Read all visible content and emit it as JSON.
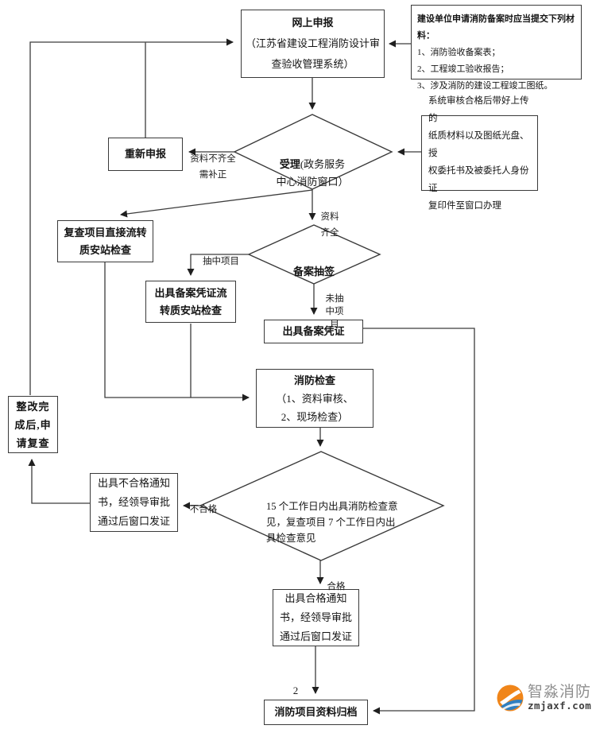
{
  "flowchart": {
    "nodes": {
      "online": {
        "title": "网上申报",
        "body": "（江苏省建设工程消防设计审\n查验收管理系统）"
      },
      "materials": {
        "header": "建设单位申请消防备案时应当提交下列材料：",
        "items": [
          "1、消防验收备案表；",
          "2、工程竣工验收报告；",
          "3、涉及消防的建设工程竣工图纸。"
        ]
      },
      "redeclare": {
        "label": "重新申报"
      },
      "accept": {
        "title": "受理",
        "body": "(政务服务\n中心消防窗口）"
      },
      "sysnote": {
        "text": "系统审核合格后带好上传的\n纸质材料以及图纸光盘、授\n权委托书及被委托人身份证\n复印件至窗口办理"
      },
      "recheck_direct": {
        "label": "复查项目直接流转\n质安站检查"
      },
      "lottery": {
        "label": "备案抽签"
      },
      "voucher_flow": {
        "label": "出具备案凭证流\n转质安站检查"
      },
      "voucher": {
        "label": "出具备案凭证"
      },
      "fire_check": {
        "title": "消防检查",
        "body": "（1、资料审核、\n2、现场检查）"
      },
      "rectify": {
        "label": "整改完\n成后,申\n请复查"
      },
      "fail_notice": {
        "label": "出具不合格通知\n书，经领导审批\n通过后窗口发证"
      },
      "deadline": {
        "label": "15 个工作日内出具消防检查意\n见，复查项目 7 个工作日内出\n具检查意见"
      },
      "pass_notice": {
        "label": "出具合格通知\n书，经领导审批\n通过后窗口发证"
      },
      "archive": {
        "label": "消防项目资料归档"
      }
    },
    "edge_labels": {
      "incomplete": "资料不齐全\n需补正",
      "complete": "资料\n齐全",
      "picked": "抽中项目",
      "not_picked": "未抽\n中项\n目",
      "fail": "不合格",
      "pass": "合格",
      "page": "2"
    }
  },
  "branding": {
    "name": "智淼消防",
    "domain": "zmjaxf.com",
    "orange": "#f08519",
    "blue": "#2f7fc0"
  }
}
